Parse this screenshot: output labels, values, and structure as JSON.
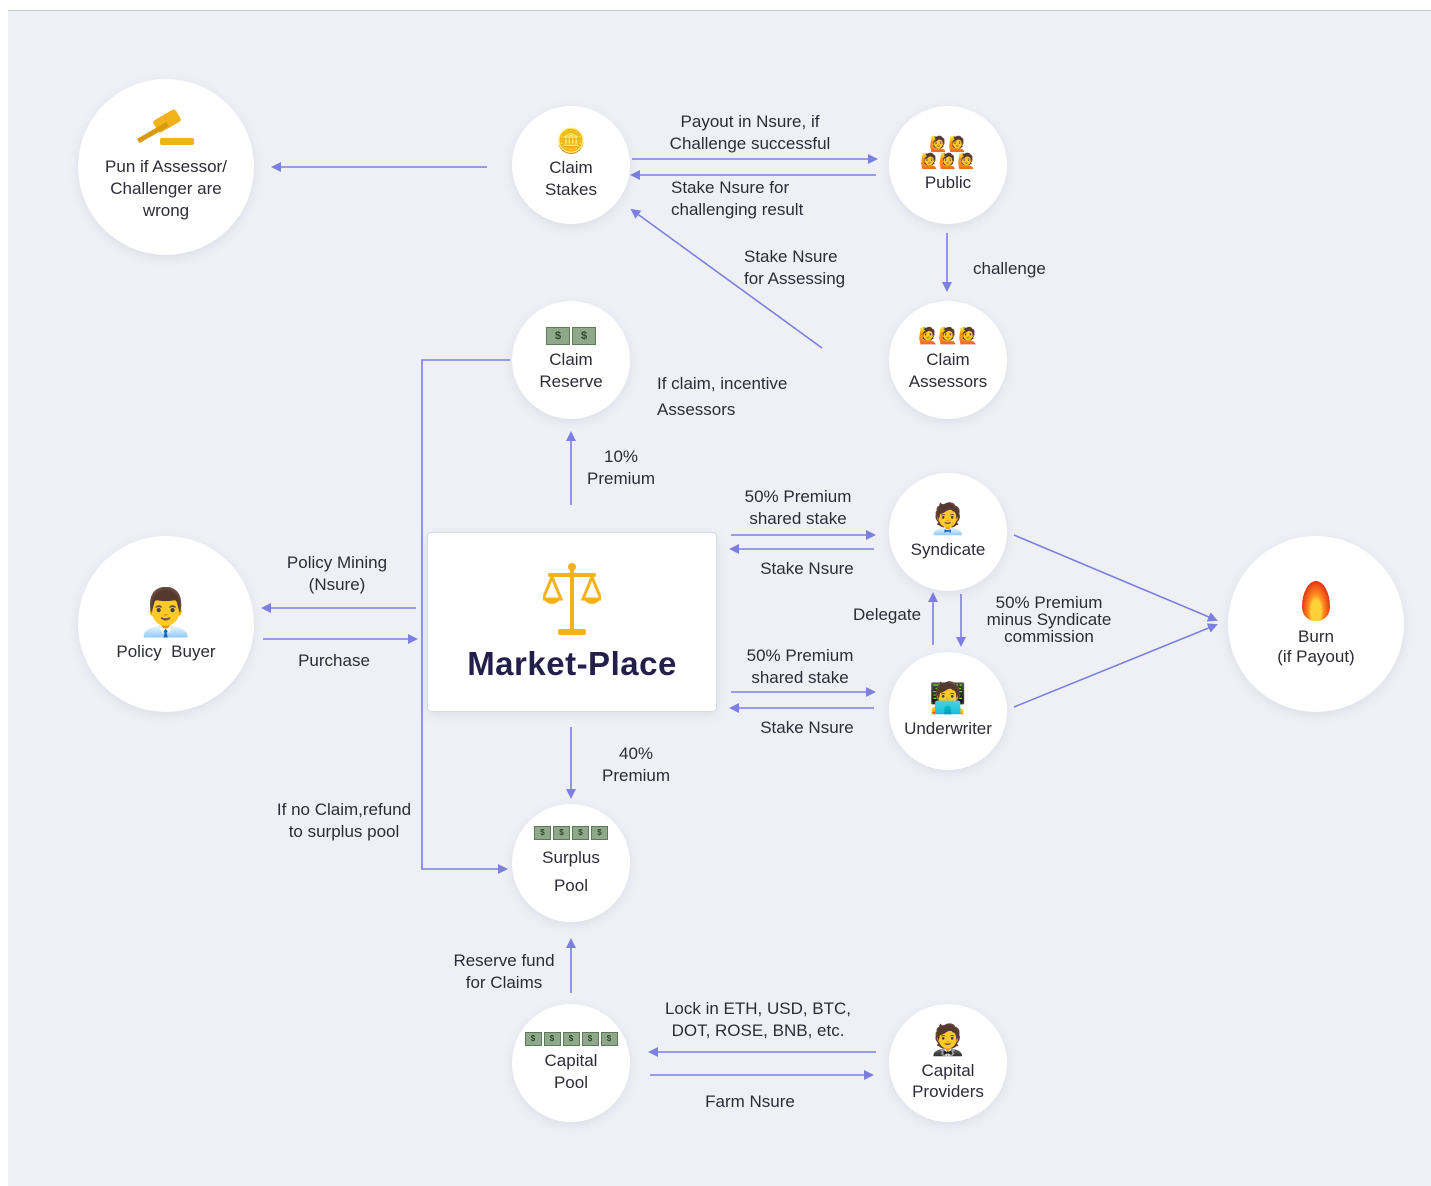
{
  "nodes": {
    "pun": {
      "label": "Pun if Assessor/\nChallenger are\nwrong",
      "icon": "gavel-icon"
    },
    "claim_stakes": {
      "label": "Claim\nStakes",
      "icon": "coin-hand-icon"
    },
    "public": {
      "label": "Public",
      "icon": "people-group-icon",
      "emoji": "🙋🙋\n🙋🙋🙋"
    },
    "claim_reserve": {
      "label": "Claim\nReserve",
      "icon": "cash-icon"
    },
    "claim_assessors": {
      "label": "Claim\nAssessors",
      "icon": "people-icon",
      "emoji": "🙋🙋🙋"
    },
    "syndicate": {
      "label": "Syndicate",
      "icon": "cashier-icon",
      "emoji": "🧑‍💼"
    },
    "policy_buyer": {
      "label": "Policy  Buyer",
      "icon": "man-icon",
      "emoji": "👨‍💼"
    },
    "market_place": {
      "label": "Market-Place",
      "icon": "scale-icon"
    },
    "burn": {
      "label": "Burn\n(if Payout)",
      "icon": "fire-icon"
    },
    "underwriter": {
      "label": "Underwriter",
      "icon": "nerd-man-icon",
      "emoji": "🧑‍💻"
    },
    "surplus_pool": {
      "label": "Surplus\nPool",
      "icon": "cash-stack-icon"
    },
    "capital_pool": {
      "label": "Capital\nPool",
      "icon": "cash-stack-icon"
    },
    "capital_providers": {
      "label": "Capital\nProviders",
      "icon": "tuxedo-man-icon",
      "emoji": "🤵"
    }
  },
  "edges": {
    "payout": "Payout in Nsure, if\nChallenge successful",
    "stake_challenging": "Stake Nsure for\nchallenging result",
    "stake_assessing": "Stake Nsure\nfor Assessing",
    "challenge": "challenge",
    "incentive": "If claim, incentive\nAssessors",
    "ten_premium": "10%\nPremium",
    "policy_mining": "Policy Mining\n(Nsure)",
    "purchase": "Purchase",
    "syn_premium": "50% Premium\nshared stake",
    "syn_stake": "Stake Nsure",
    "delegate": "Delegate",
    "minus_commission": "50% Premium\nminus Syndicate\ncommission",
    "uw_premium": "50% Premium\nshared stake",
    "uw_stake": "Stake Nsure",
    "forty_premium": "40%\nPremium",
    "refund": "If no Claim,refund\nto surplus pool",
    "reserve_fund": "Reserve fund\nfor Claims",
    "lock_in": "Lock in ETH, USD, BTC,\nDOT, ROSE, BNB, etc.",
    "farm": "Farm Nsure"
  },
  "colors": {
    "arrow": "#7b7fe0",
    "background": "#eff0f6",
    "title": "#231e4a",
    "gold": "#f2b21b"
  }
}
